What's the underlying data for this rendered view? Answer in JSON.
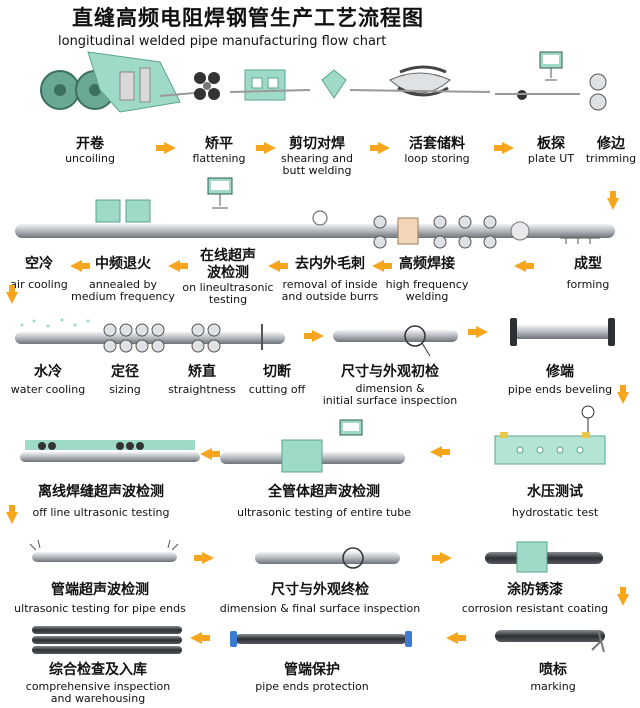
{
  "title": {
    "cn": "直缝高频电阻焊钢管生产工艺流程图",
    "en": "longitudinal welded pipe manufacturing flow chart"
  },
  "steps": [
    {
      "id": "uncoiling",
      "cn": "开卷",
      "en": "uncoiling"
    },
    {
      "id": "flattening",
      "cn": "矫平",
      "en": "flattening"
    },
    {
      "id": "shearing",
      "cn": "剪切对焊",
      "en": "shearing and\nbutt welding"
    },
    {
      "id": "loop",
      "cn": "活套储料",
      "en": "loop storing"
    },
    {
      "id": "plate-ut",
      "cn": "板探",
      "en": "plate UT"
    },
    {
      "id": "trimming",
      "cn": "修边",
      "en": "trimming"
    },
    {
      "id": "forming",
      "cn": "成型",
      "en": "forming"
    },
    {
      "id": "hf-welding",
      "cn": "高频焊接",
      "en": "high frequency\nwelding"
    },
    {
      "id": "burrs",
      "cn": "去内外毛刺",
      "en": "removal of inside\nand outside burrs"
    },
    {
      "id": "online-ut",
      "cn": "在线超声\n波检测",
      "en": "on lineultrasonic\ntesting"
    },
    {
      "id": "annealed",
      "cn": "中频退火",
      "en": "annealed by\nmedium frequency"
    },
    {
      "id": "air-cooling",
      "cn": "空冷",
      "en": "air cooling"
    },
    {
      "id": "water-cooling",
      "cn": "水冷",
      "en": "water cooling"
    },
    {
      "id": "sizing",
      "cn": "定径",
      "en": "sizing"
    },
    {
      "id": "straightness",
      "cn": "矫直",
      "en": "straightness"
    },
    {
      "id": "cutting",
      "cn": "切断",
      "en": "cutting off"
    },
    {
      "id": "initial-inspection",
      "cn": "尺寸与外观初检",
      "en": "dimension &\ninitial surface inspection"
    },
    {
      "id": "beveling",
      "cn": "修端",
      "en": "pipe ends beveling"
    },
    {
      "id": "hydrostatic",
      "cn": "水压测试",
      "en": "hydrostatic test"
    },
    {
      "id": "entire-ut",
      "cn": "全管体超声波检测",
      "en": "ultrasonic testing of entire tube"
    },
    {
      "id": "offline-ut",
      "cn": "离线焊缝超声波检测",
      "en": "off line ultrasonic testing"
    },
    {
      "id": "ends-ut",
      "cn": "管端超声波检测",
      "en": "ultrasonic testing for pipe ends"
    },
    {
      "id": "final-inspection",
      "cn": "尺寸与外观终检",
      "en": "dimension & final surface inspection"
    },
    {
      "id": "coating",
      "cn": "涂防锈漆",
      "en": "corrosion resistant coating"
    },
    {
      "id": "marking",
      "cn": "喷标",
      "en": "marking"
    },
    {
      "id": "protection",
      "cn": "管端保护",
      "en": "pipe ends protection"
    },
    {
      "id": "warehousing",
      "cn": "综合检查及入库",
      "en": "comprehensive inspection\nand warehousing"
    }
  ],
  "colors": {
    "arrow": "#f7a51c",
    "machine": "#9fd9c7",
    "machine_dark": "#5aa58e",
    "pipe": "#c8ccd1",
    "roller": "#555a60"
  }
}
